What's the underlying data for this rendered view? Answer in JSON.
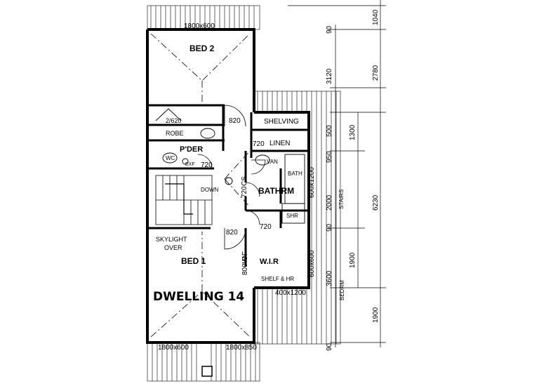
{
  "plan": {
    "dwelling_title": "DWELLING 14",
    "rooms": {
      "bed2": "BED 2",
      "bed1": "BED 1",
      "robe": "ROBE",
      "pder": "P'DER",
      "shelving": "SHELVING",
      "linen": "LINEN",
      "bathrm": "BATHRM",
      "bath": "BATH",
      "wir": "W.I.R",
      "shelf_hr": "SHELF & HR",
      "down": "DOWN",
      "skylight_line1": "SKYLIGHT",
      "skylight_line2": "OVER",
      "stairs": "STAIRS",
      "wc": "WC",
      "van": "VAN",
      "shr": "SHR",
      "exf": "EXF",
      "cs": "CS",
      "of": "OF",
      "bedrm": "BEDRM",
      "robe_size": "2/620"
    },
    "windows": {
      "w_bed2_top": "1800x600",
      "w_bed1_left": "1800x600",
      "w_bed1_right": "1800x850",
      "w_bath": "600x1200",
      "w_wir_side": "600x600",
      "w_wir_bottom": "400x1200"
    },
    "doors": {
      "d_bed2": "820",
      "d_pder": "720",
      "d_linen": "720",
      "d_bathrm": "720",
      "d_bed1": "820",
      "d_wir": "720",
      "d_bed1_side": "800W"
    },
    "dims_inner": [
      "90",
      "3120",
      "500",
      "950",
      "2000",
      "90",
      "1900",
      "3600"
    ],
    "dims_mid": [
      "1300"
    ],
    "dims_outer": [
      "1040",
      "2780",
      "6230",
      "1900",
      "90"
    ]
  }
}
